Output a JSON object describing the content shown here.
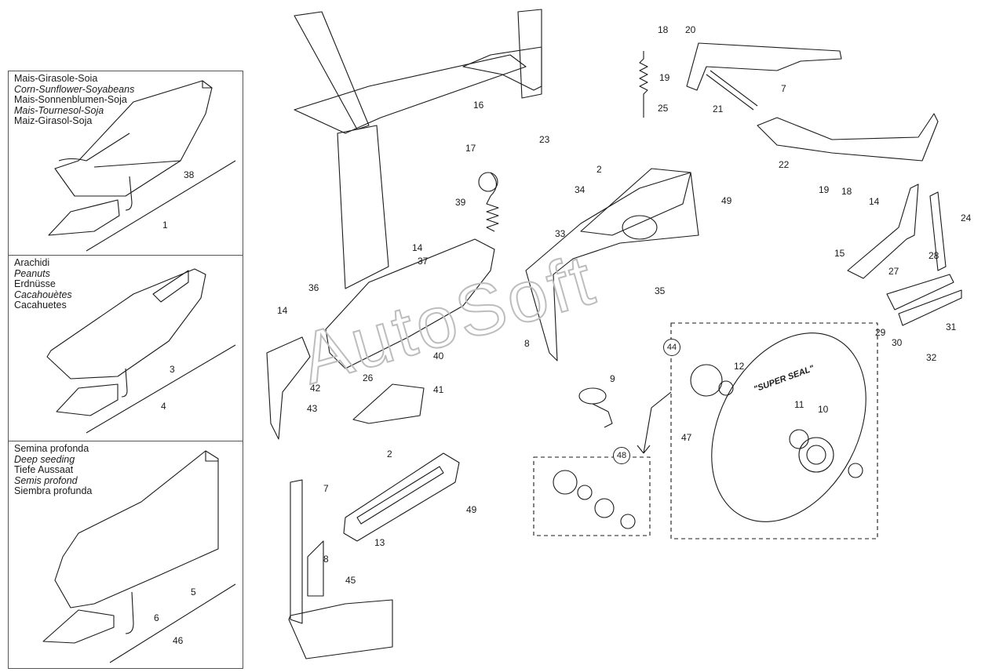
{
  "panels": [
    {
      "labels": [
        "Mais-Girasole-Soia",
        "Corn-Sunflower-Soyabeans",
        "Mais-Sonnenblumen-Soja",
        "Mais-Tournesol-Soja",
        "Maiz-Girasol-Soja"
      ],
      "italic": [
        false,
        true,
        false,
        true,
        false
      ],
      "callouts": [
        "38",
        "1"
      ]
    },
    {
      "labels": [
        "Arachidi",
        "Peanuts",
        "Erdnüsse",
        "Cacahouètes",
        "Cacahuetes"
      ],
      "italic": [
        false,
        true,
        false,
        true,
        false
      ],
      "callouts": [
        "3",
        "4"
      ]
    },
    {
      "labels": [
        "Semina profonda",
        "Deep seeding",
        "Tiefe Aussaat",
        "Semis profond",
        "Siembra profunda"
      ],
      "italic": [
        false,
        true,
        false,
        true,
        false
      ],
      "callouts": [
        "5",
        "6",
        "46"
      ]
    }
  ],
  "part_numbers": [
    "18",
    "20",
    "19",
    "7",
    "21",
    "25",
    "22",
    "19",
    "18",
    "16",
    "17",
    "23",
    "2",
    "49",
    "34",
    "39",
    "33",
    "14",
    "37",
    "36",
    "14",
    "35",
    "8",
    "40",
    "26",
    "42",
    "43",
    "41",
    "14",
    "24",
    "15",
    "28",
    "27",
    "29",
    "30",
    "31",
    "32",
    "9",
    "12",
    "11",
    "10",
    "47",
    "2",
    "7",
    "49",
    "13",
    "8",
    "45"
  ],
  "circled_refs": [
    "44",
    "48"
  ],
  "disc_label": "\"SUPER SEAL\"",
  "watermark": "AutoSoft",
  "colors": {
    "line": "#1a1a1a",
    "watermark": "#cfcfcf"
  }
}
